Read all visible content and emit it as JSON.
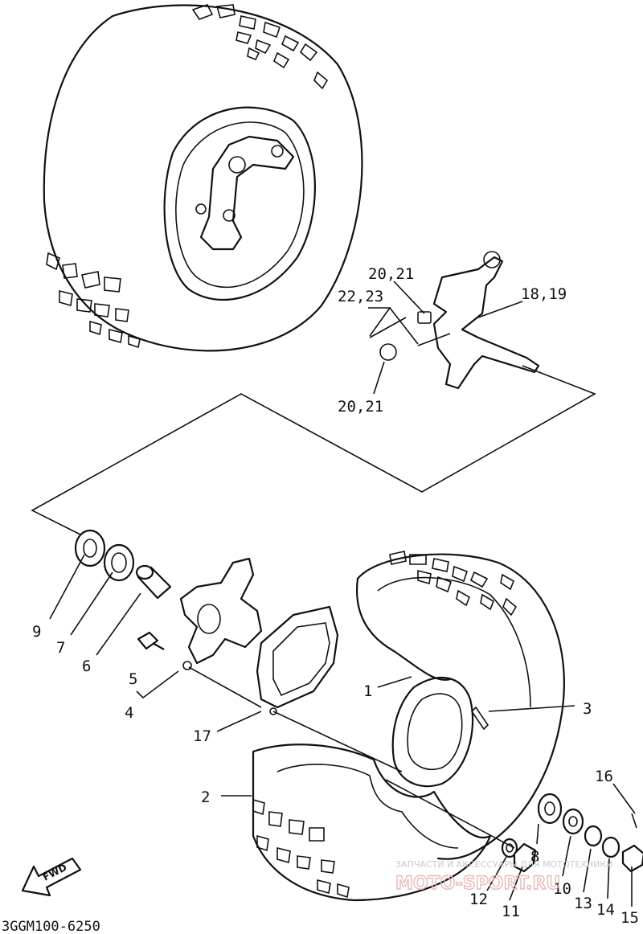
{
  "diagram_code": "3GGM100-6250",
  "callouts": {
    "c1": "1",
    "c2": "2",
    "c3": "3",
    "c4": "4",
    "c5": "5",
    "c6": "6",
    "c7": "7",
    "c8": "8",
    "c9": "9",
    "c10": "10",
    "c11": "11",
    "c12": "12",
    "c13": "13",
    "c14": "14",
    "c15": "15",
    "c16": "16",
    "c17": "17",
    "c18_19": "18,19",
    "c20_21_top": "20,21",
    "c20_21_bottom": "20,21",
    "c22_23": "22,23"
  },
  "fwd_label": "FWD",
  "watermark": {
    "line1": "ЗАПЧАСТИ И АКСЕССУАРЫ ДЛЯ МОТОТЕХНИКИ",
    "line2": "MOTO-SPORT.RU"
  }
}
